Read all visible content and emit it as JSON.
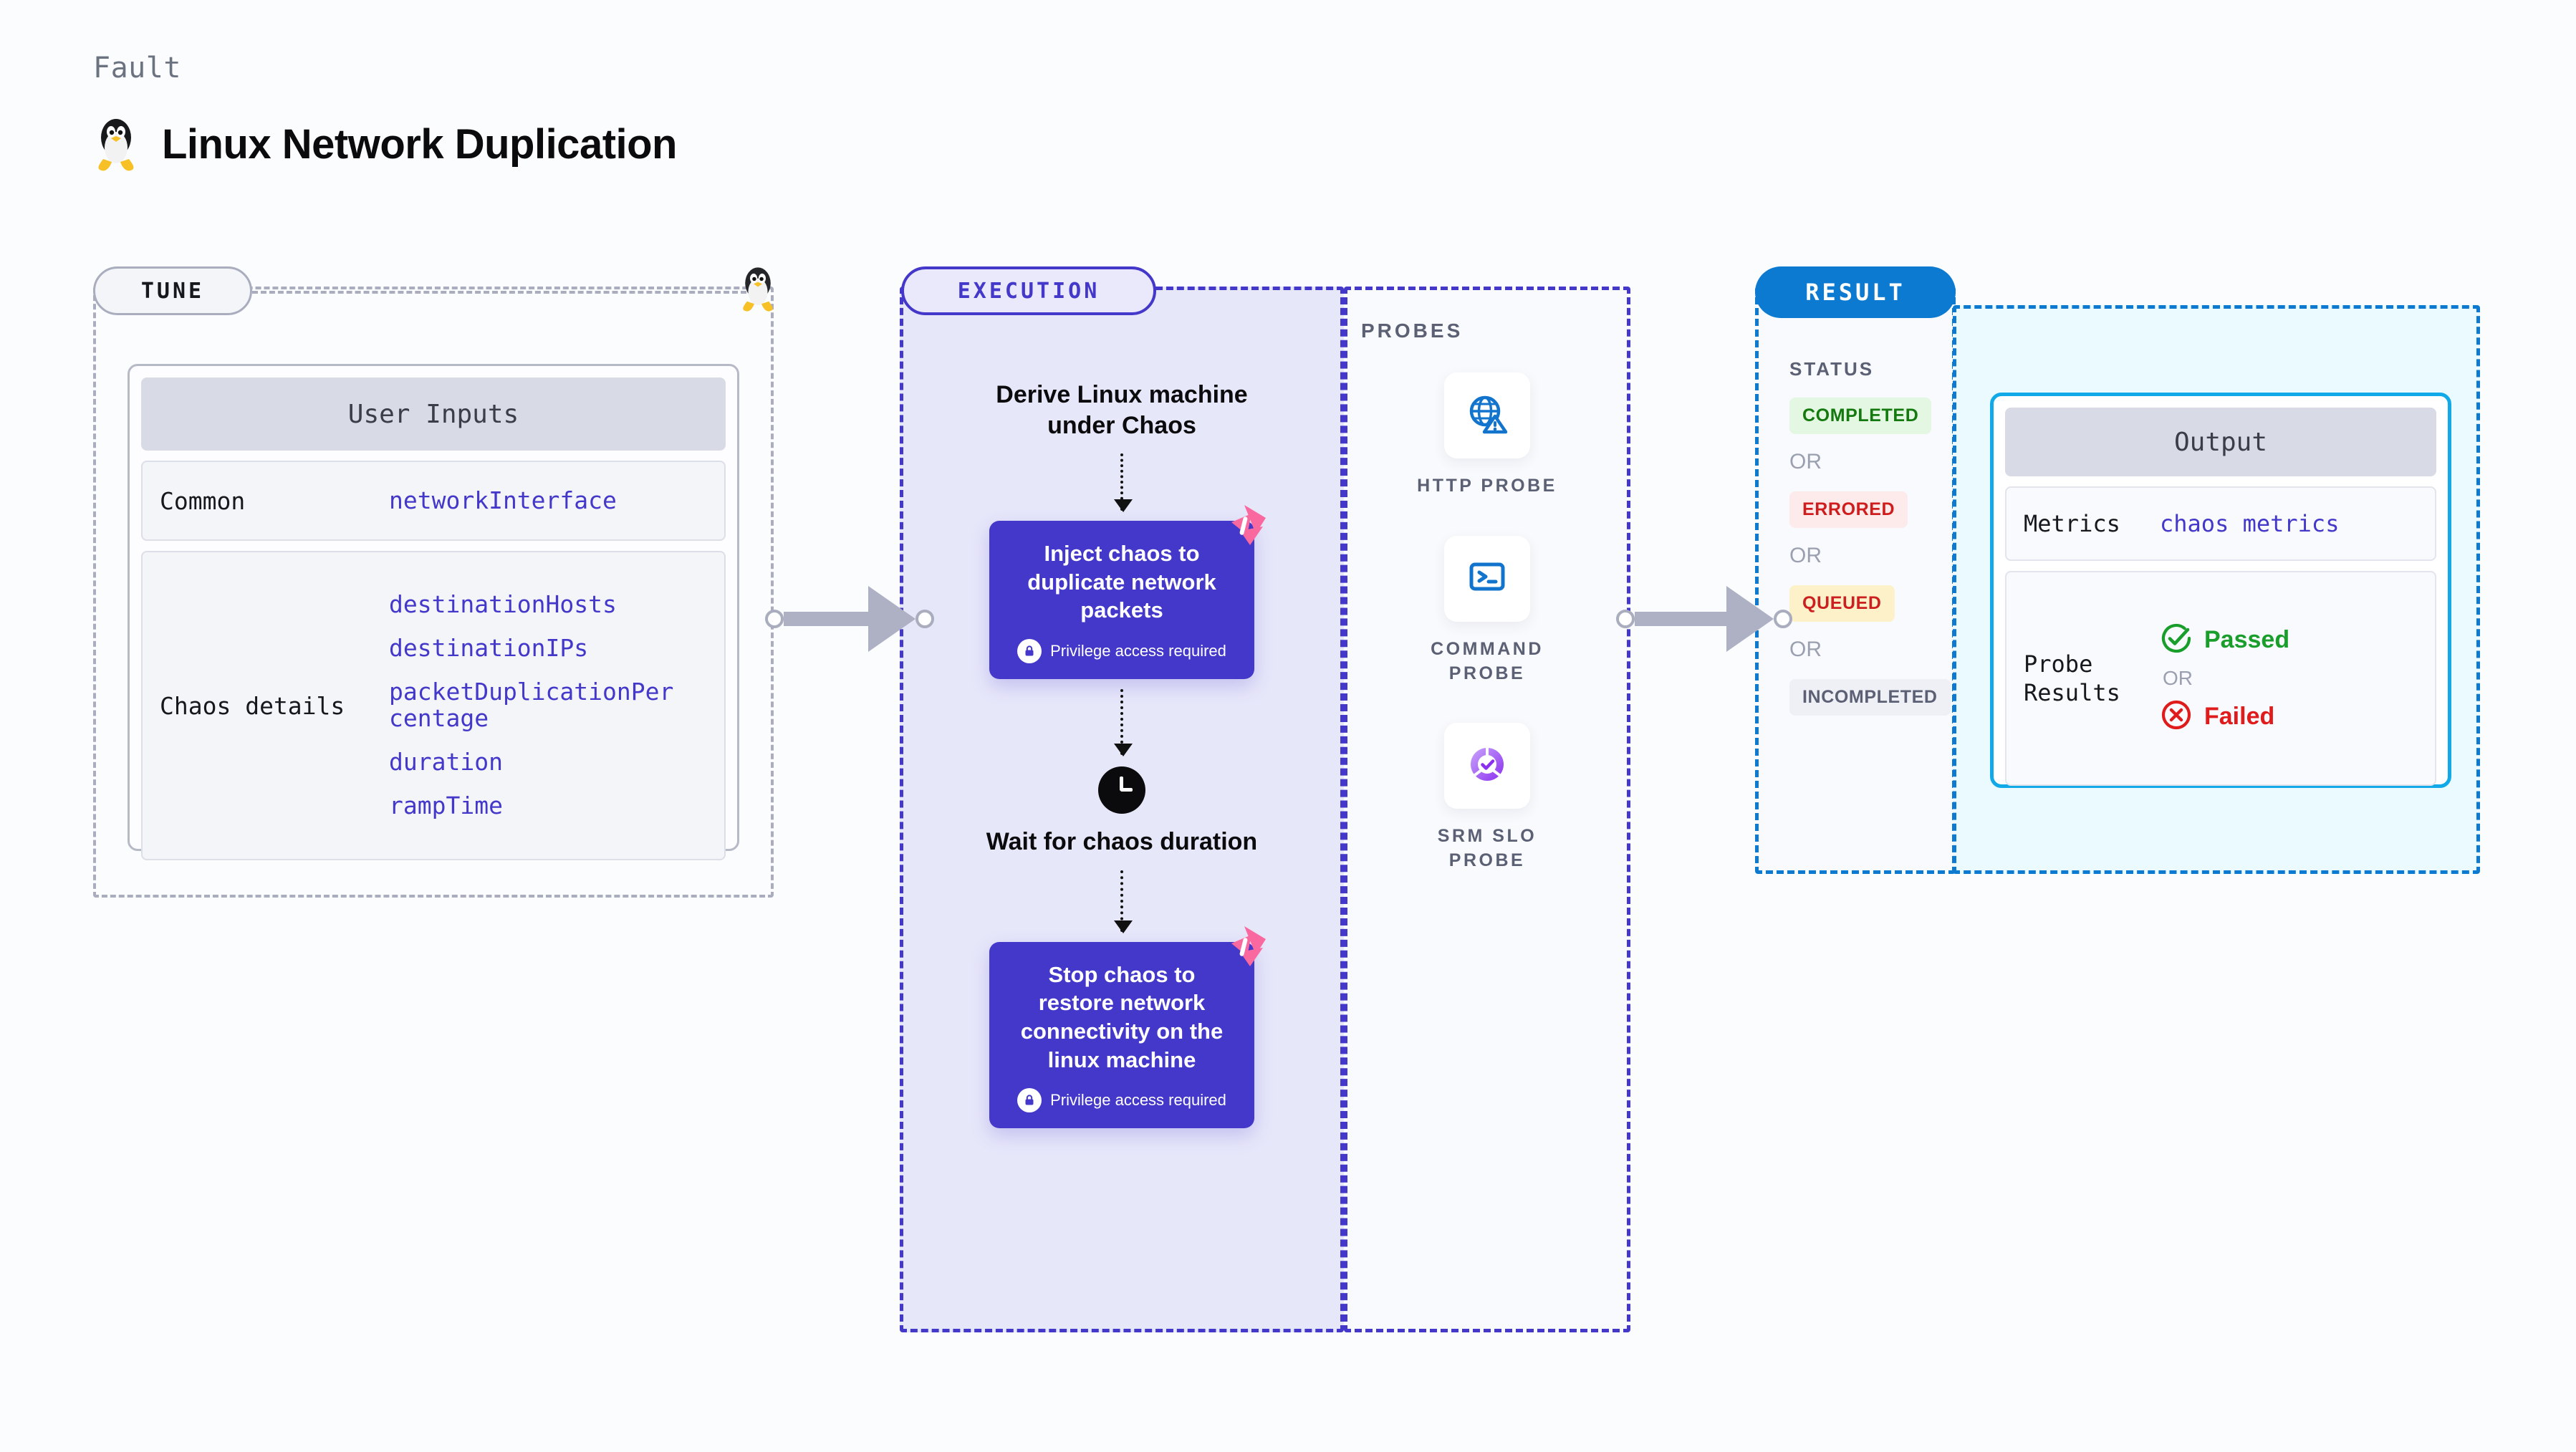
{
  "header": {
    "kicker": "Fault",
    "title": "Linux Network Duplication",
    "icon": "linux-penguin-icon"
  },
  "tune": {
    "chip_label": "TUNE",
    "card_title": "User Inputs",
    "rows": [
      {
        "key": "Common",
        "values": [
          "networkInterface"
        ]
      },
      {
        "key": "Chaos details",
        "values": [
          "destinationHosts",
          "destinationIPs",
          "packetDuplicationPercentage",
          "duration",
          "rampTime"
        ]
      }
    ]
  },
  "execution": {
    "chip_label": "EXECUTION",
    "steps": [
      {
        "type": "label",
        "text": "Derive Linux machine under Chaos"
      },
      {
        "type": "card",
        "text": "Inject chaos to duplicate network packets",
        "privilege_note": "Privilege access required",
        "badge": "harness-chaos-icon",
        "lock": "lock-icon"
      },
      {
        "type": "clock-label",
        "icon": "clock-icon",
        "text": "Wait for chaos duration"
      },
      {
        "type": "card",
        "text": "Stop chaos to restore network connectivity on the linux machine",
        "privilege_note": "Privilege access required",
        "badge": "harness-chaos-icon",
        "lock": "lock-icon"
      }
    ]
  },
  "probes": {
    "section_label": "PROBES",
    "items": [
      {
        "name": "HTTP PROBE",
        "icon": "globe-warning-icon"
      },
      {
        "name": "COMMAND PROBE",
        "icon": "terminal-icon"
      },
      {
        "name": "SRM SLO PROBE",
        "icon": "slo-check-icon"
      }
    ]
  },
  "result": {
    "chip_label": "RESULT",
    "status_title": "STATUS",
    "or_label": "OR",
    "statuses": [
      {
        "label": "COMPLETED",
        "variant": "completed"
      },
      {
        "label": "ERRORED",
        "variant": "errored"
      },
      {
        "label": "QUEUED",
        "variant": "queued"
      },
      {
        "label": "INCOMPLETED",
        "variant": "incompleted"
      }
    ],
    "output": {
      "card_title": "Output",
      "metrics_key": "Metrics",
      "metrics_value": "chaos metrics",
      "probe_results_key": "Probe Results",
      "passed_label": "Passed",
      "failed_label": "Failed",
      "or_label": "OR",
      "passed_icon": "check-circle-icon",
      "failed_icon": "x-circle-icon"
    }
  },
  "colors": {
    "accent_indigo": "#4338ca",
    "accent_blue": "#0d7ad1",
    "accent_cyan": "#11a9e8",
    "pink": "#f9699f",
    "green": "#1a9e2b",
    "red": "#e01b1b",
    "grey": "#a9adbd"
  }
}
